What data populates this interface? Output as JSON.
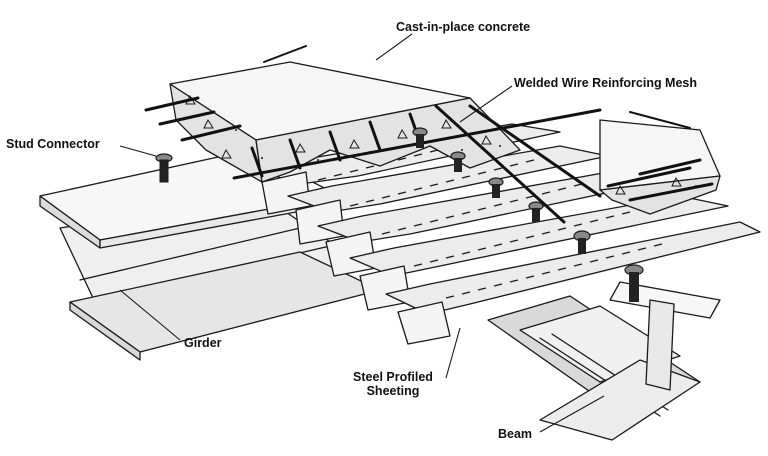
{
  "labels": {
    "concrete": "Cast-in-place concrete",
    "mesh": "Welded Wire Reinforcing Mesh",
    "stud": "Stud Connector",
    "girder": "Girder",
    "sheeting_line1": "Steel Profiled",
    "sheeting_line2": "Sheeting",
    "beam": "Beam"
  },
  "colors": {
    "line": "#1a1a1a",
    "steel_face": "#f2f2f2",
    "steel_shade": "#d4d4d4",
    "concrete": "#e6e6e6"
  }
}
